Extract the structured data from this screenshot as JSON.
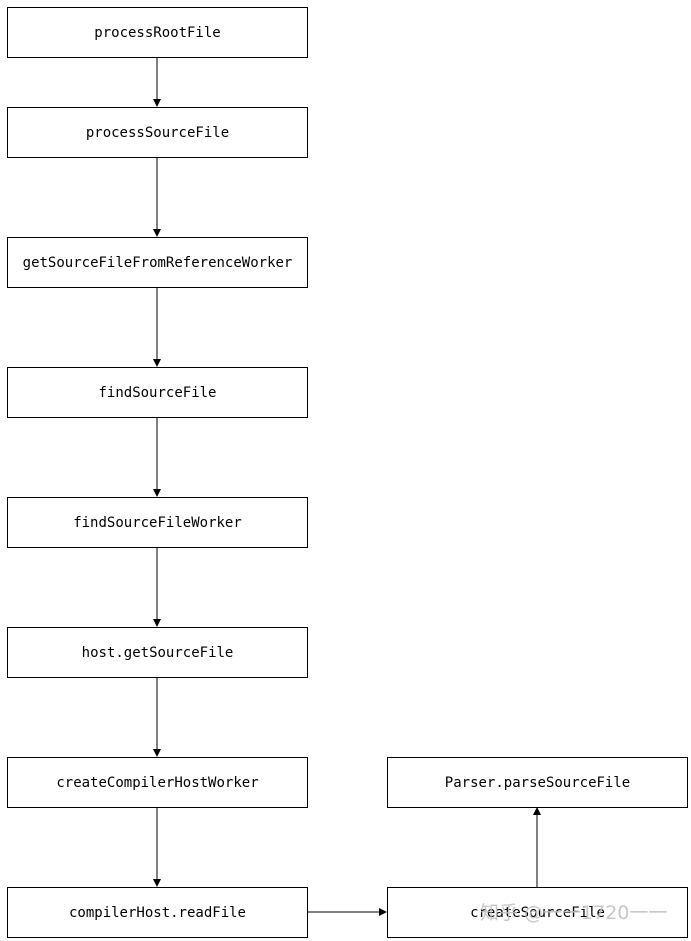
{
  "diagram": {
    "nodes": {
      "processRootFile": "processRootFile",
      "processSourceFile": "processSourceFile",
      "getSourceFileFromReferenceWorker": "getSourceFileFromReferenceWorker",
      "findSourceFile": "findSourceFile",
      "findSourceFileWorker": "findSourceFileWorker",
      "hostGetSourceFile": "host.getSourceFile",
      "createCompilerHostWorker": "createCompilerHostWorker",
      "compilerHostReadFile": "compilerHost.readFile",
      "createSourceFile": "createSourceFile",
      "parserParseSourceFile": "Parser.parseSourceFile"
    },
    "edges": [
      {
        "from": "processRootFile",
        "to": "processSourceFile"
      },
      {
        "from": "processSourceFile",
        "to": "getSourceFileFromReferenceWorker"
      },
      {
        "from": "getSourceFileFromReferenceWorker",
        "to": "findSourceFile"
      },
      {
        "from": "findSourceFile",
        "to": "findSourceFileWorker"
      },
      {
        "from": "findSourceFileWorker",
        "to": "hostGetSourceFile"
      },
      {
        "from": "hostGetSourceFile",
        "to": "createCompilerHostWorker"
      },
      {
        "from": "createCompilerHostWorker",
        "to": "compilerHostReadFile"
      },
      {
        "from": "compilerHostReadFile",
        "to": "createSourceFile"
      },
      {
        "from": "createSourceFile",
        "to": "parserParseSourceFile"
      }
    ],
    "line_color": "#000000",
    "box_border_color": "#000000"
  },
  "watermark": {
    "text": "知乎 @一一1720一一"
  }
}
